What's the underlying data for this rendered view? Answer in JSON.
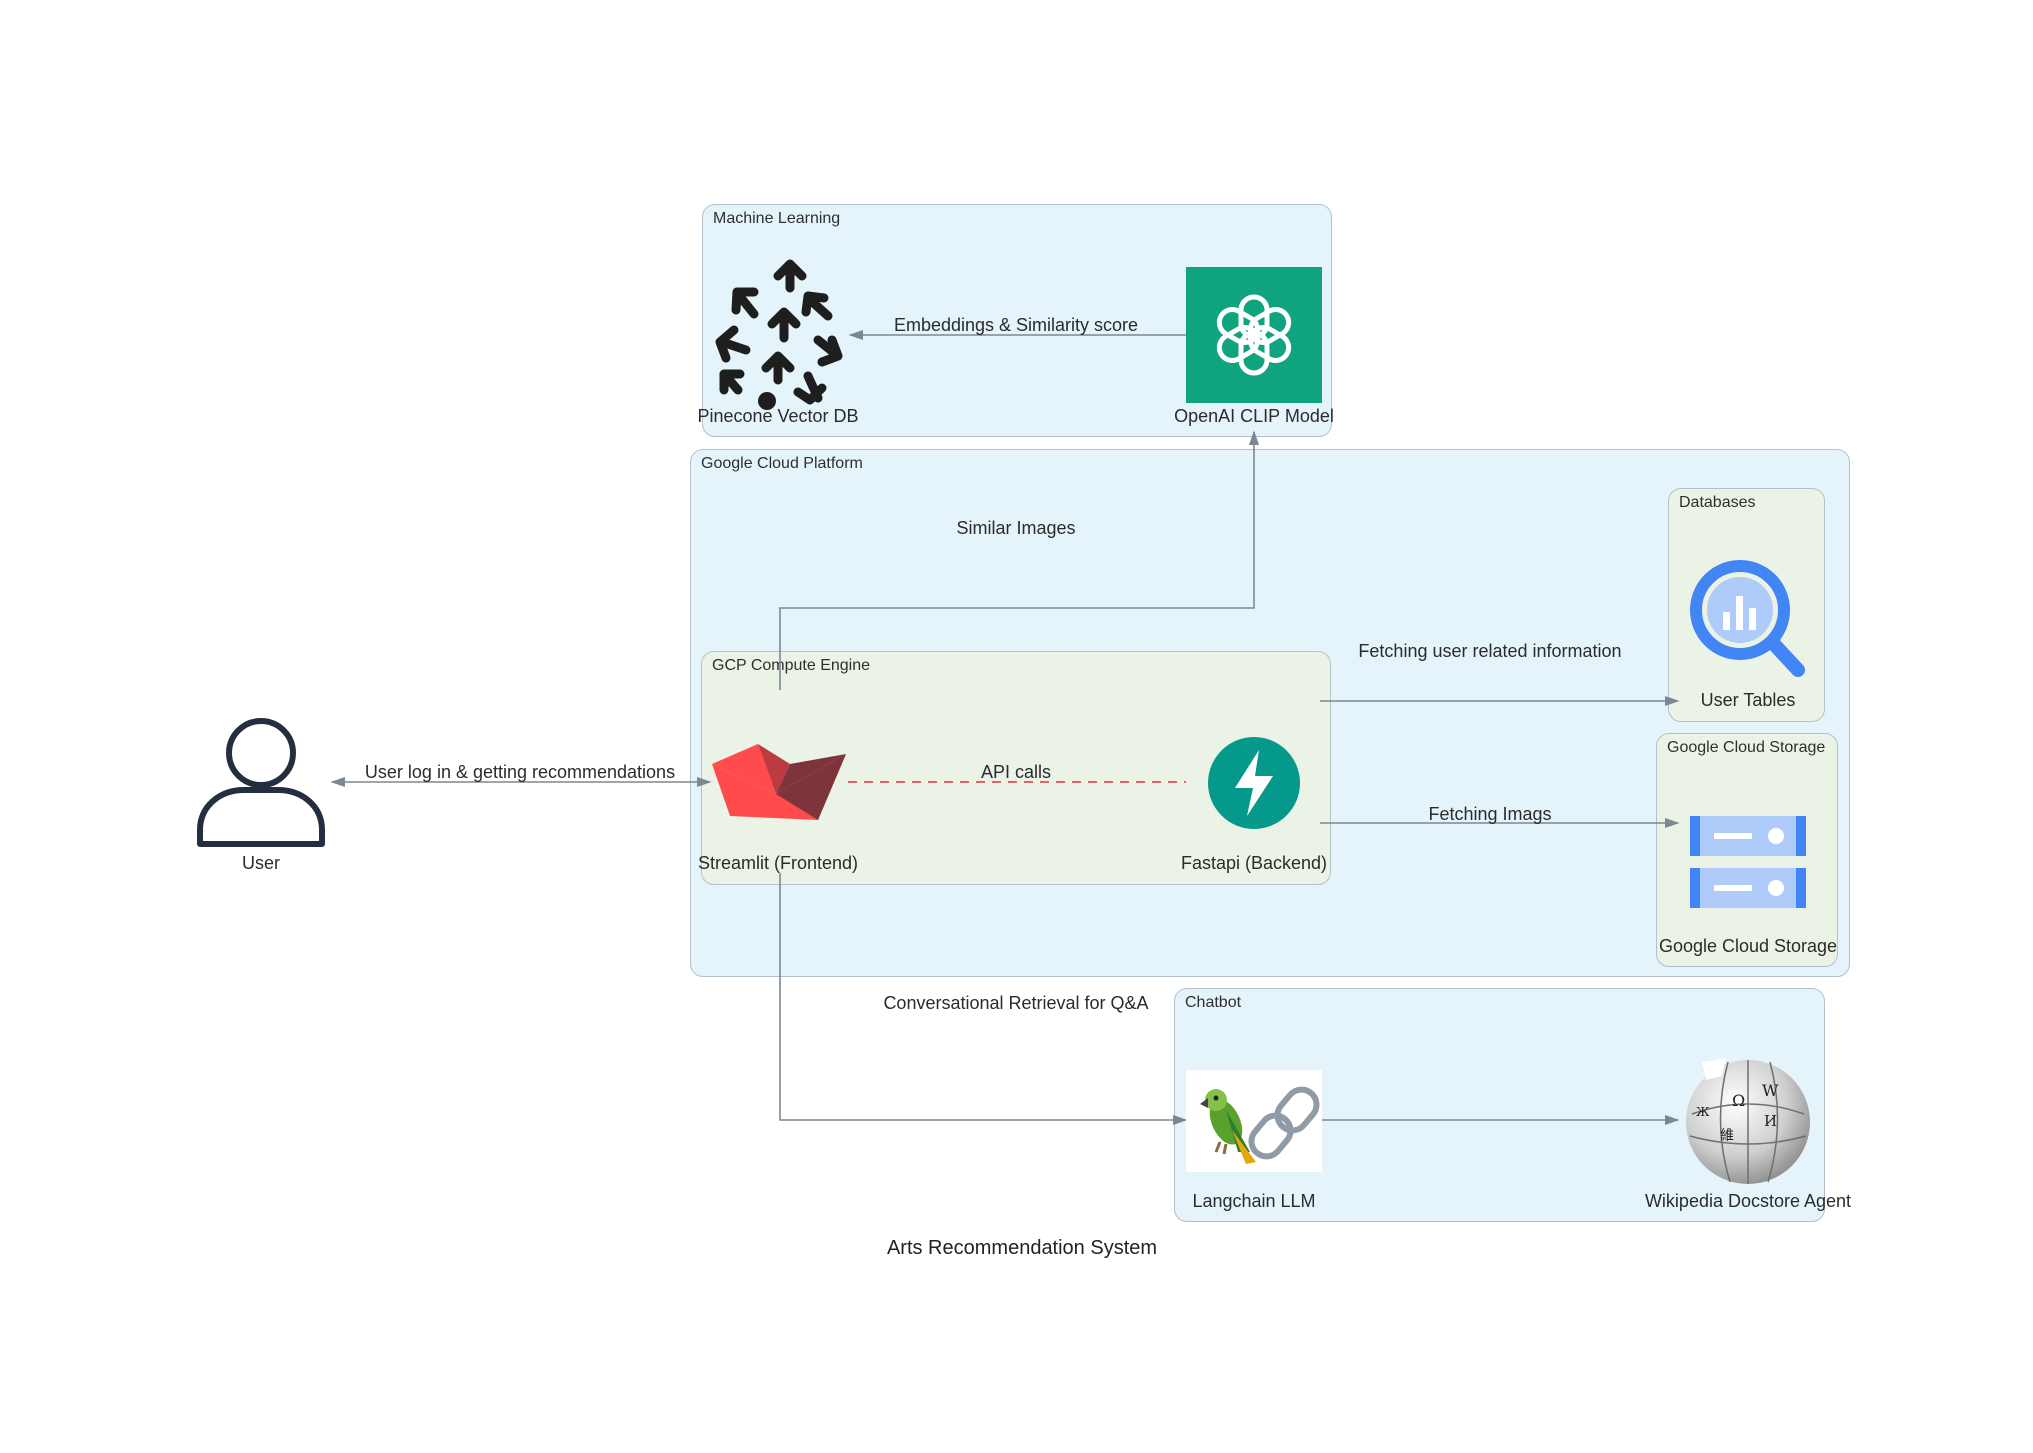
{
  "diagram": {
    "title": "Arts Recommendation System",
    "clusters": {
      "ml": "Machine Learning",
      "gcp": "Google Cloud Platform",
      "compute": "GCP Compute Engine",
      "databases": "Databases",
      "storage": "Google Cloud Storage",
      "chatbot": "Chatbot"
    },
    "nodes": {
      "user": "User",
      "pinecone": "Pinecone Vector DB",
      "clip": "OpenAI CLIP Model",
      "streamlit": "Streamlit (Frontend)",
      "fastapi": "Fastapi (Backend)",
      "user_tables": "User Tables",
      "gcs": "Google Cloud Storage",
      "langchain": "Langchain LLM",
      "wikipedia": "Wikipedia Docstore Agent"
    },
    "edges": {
      "user_login": "User log in & getting recommendations",
      "api_calls": "API calls",
      "embeddings": "Embeddings & Similarity score",
      "similar_images": "Similar Images",
      "fetch_user": "Fetching user related information",
      "fetch_imgs": "Fetching Imags",
      "conversational": "Conversational Retrieval for Q&A"
    },
    "colors": {
      "cluster_blue": "#e5f4fb",
      "cluster_green": "#ebf3e6",
      "edge": "#7b8894",
      "api_edge": "#d9363e",
      "openai": "#10a37f",
      "fastapi": "#05998b",
      "streamlit": "#ff4b4b",
      "bigquery": "#4285f4"
    },
    "icons": {
      "user": "person-icon",
      "pinecone": "pinecone-icon",
      "clip": "openai-icon",
      "streamlit": "streamlit-icon",
      "fastapi": "fastapi-icon",
      "user_tables": "bigquery-icon",
      "gcs": "cloud-storage-icon",
      "langchain": "langchain-icon",
      "wikipedia": "wikipedia-globe-icon"
    }
  }
}
